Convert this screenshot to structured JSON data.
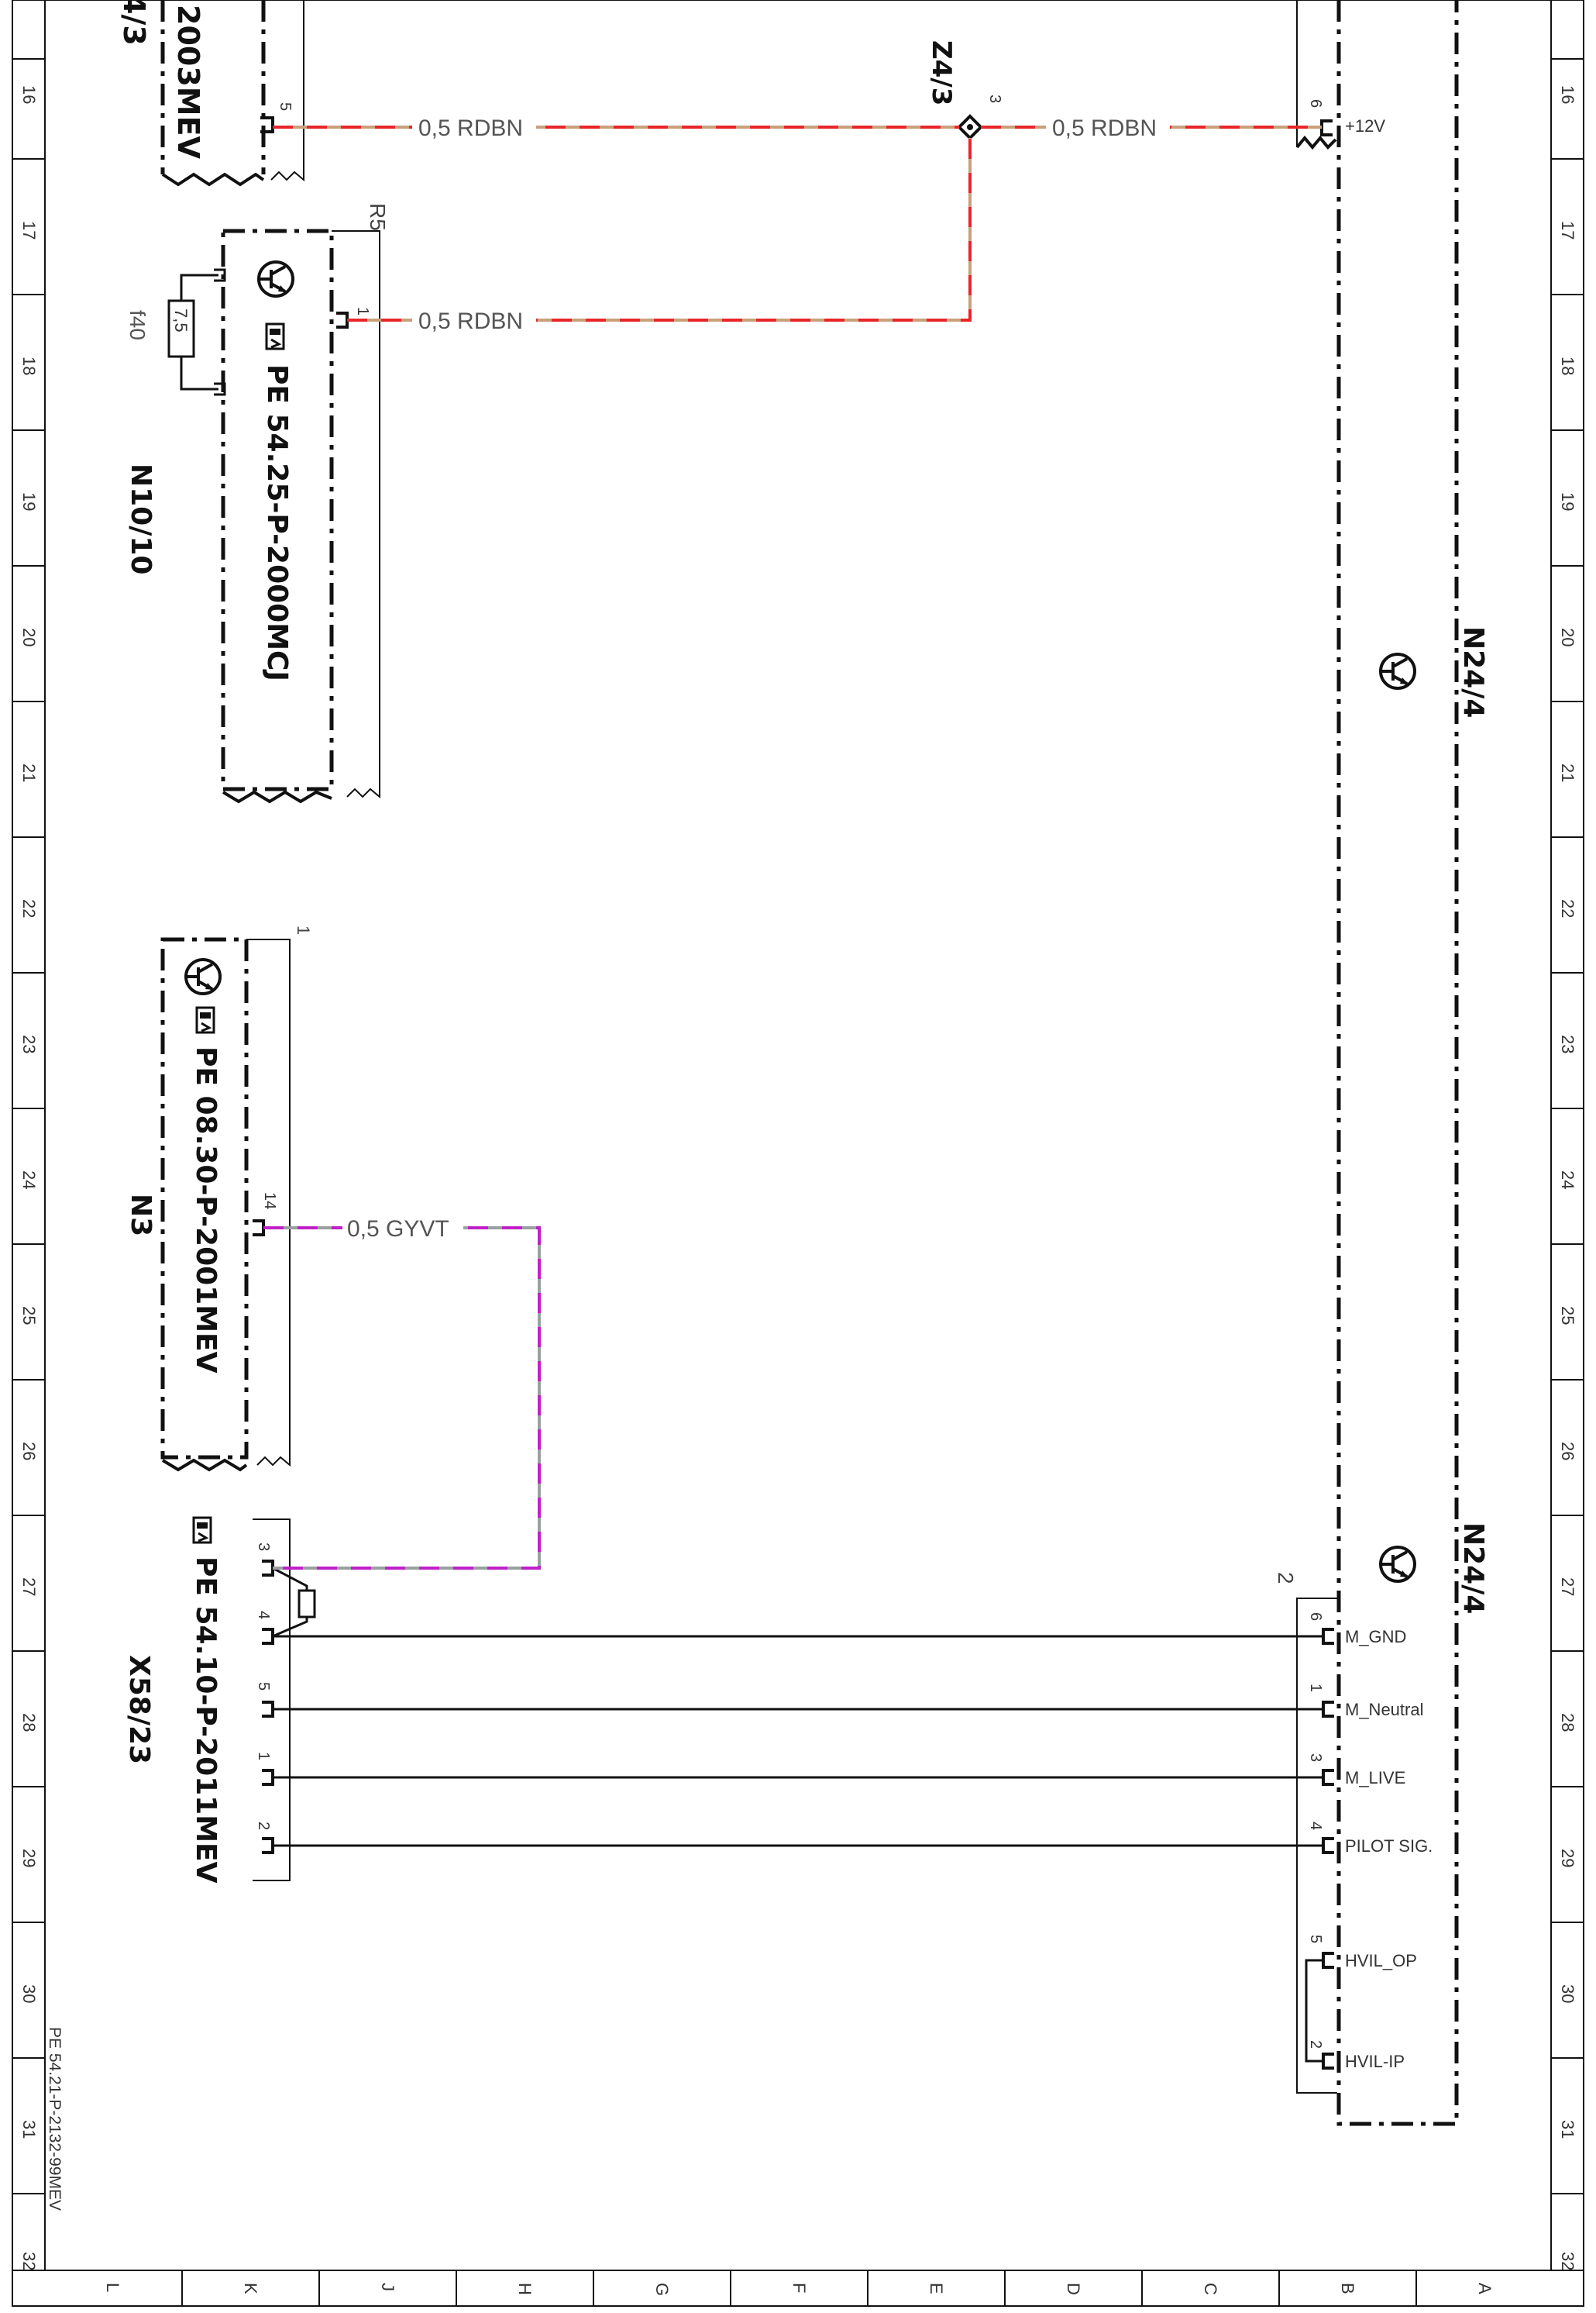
{
  "sheet": {
    "document_ref": "PE 54.21-P-2132-99MEV",
    "row_numbers": [
      "16",
      "17",
      "18",
      "19",
      "20",
      "21",
      "22",
      "23",
      "24",
      "25",
      "26",
      "27",
      "28",
      "29",
      "30",
      "31",
      "32"
    ],
    "column_letters": [
      "L",
      "K",
      "J",
      "H",
      "G",
      "F",
      "E",
      "D",
      "C",
      "B",
      "A"
    ]
  },
  "components": {
    "top_left": {
      "ref": "2003MEV",
      "id_cut": "4/3",
      "pin": "5"
    },
    "n10_10": {
      "id": "N10/10",
      "ref": "PE 54.25-P-2000MCJ",
      "connector": "R5",
      "pin": "1",
      "fuse": "f40",
      "fuse_value": "7,5"
    },
    "n3": {
      "id": "N3",
      "ref": "PE 08.30-P-2001MEV",
      "connector": "1",
      "pin": "14"
    },
    "x58_23": {
      "id": "X58/23",
      "ref": "PE 54.10-P-2011MEV",
      "pins": [
        "3",
        "4",
        "5",
        "1",
        "2"
      ]
    },
    "z4_3": {
      "id": "Z4/3",
      "pin": "3"
    },
    "n24_4": {
      "id": "N24/4",
      "id_lower": "N24/4",
      "connector": "2",
      "top_pin": {
        "num": "6",
        "label": "+12V"
      },
      "pins": [
        {
          "num": "6",
          "label": "M_GND"
        },
        {
          "num": "1",
          "label": "M_Neutral"
        },
        {
          "num": "3",
          "label": "M_LIVE"
        },
        {
          "num": "4",
          "label": "PILOT SIG."
        },
        {
          "num": "5",
          "label": "HVIL_OP"
        },
        {
          "num": "2",
          "label": "HVIL-IP"
        }
      ]
    }
  },
  "wires": [
    {
      "label": "0,5 RDBN",
      "from": "2003MEV pin 5",
      "to": "Z4/3",
      "colors": [
        "#e8262a",
        "#c8a07a"
      ]
    },
    {
      "label": "0,5 RDBN",
      "from": "Z4/3",
      "to": "N24/4 +12V",
      "colors": [
        "#e8262a",
        "#c8a07a"
      ]
    },
    {
      "label": "0,5 RDBN",
      "from": "N10/10 pin 1",
      "to": "Z4/3",
      "colors": [
        "#e8262a",
        "#c8a07a"
      ]
    },
    {
      "label": "0,5 GYVT",
      "from": "N3 pin 14",
      "to": "X58/23 pin 3",
      "colors": [
        "#c020c8",
        "#9aa0a0"
      ]
    }
  ]
}
